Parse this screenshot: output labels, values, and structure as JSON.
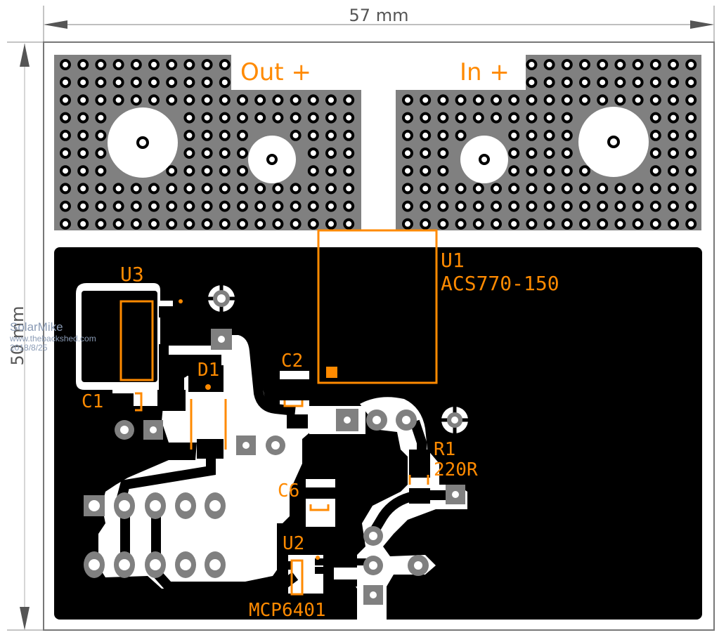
{
  "dimensions": {
    "width_label": "57 mm",
    "height_label": "50 mm"
  },
  "colors": {
    "copper_fill": "#808080",
    "ground_plane": "#000000",
    "silkscreen": "#ff8a00",
    "pad": "#808080",
    "dimension_line": "#555555",
    "watermark": "#8a9bb5"
  },
  "watermark": {
    "name": "SolarMike",
    "url": "www.thebackshed.com",
    "date": "2018/8/25"
  },
  "terminals": [
    {
      "label": "Out +"
    },
    {
      "label": "In +"
    }
  ],
  "components": [
    {
      "ref": "U1",
      "value": "ACS770-150"
    },
    {
      "ref": "U2",
      "value": "MCP6401"
    },
    {
      "ref": "U3",
      "value": ""
    },
    {
      "ref": "D1",
      "value": ""
    },
    {
      "ref": "C1",
      "value": ""
    },
    {
      "ref": "C2",
      "value": ""
    },
    {
      "ref": "C6",
      "value": ""
    },
    {
      "ref": "R1",
      "value": "220R"
    }
  ]
}
